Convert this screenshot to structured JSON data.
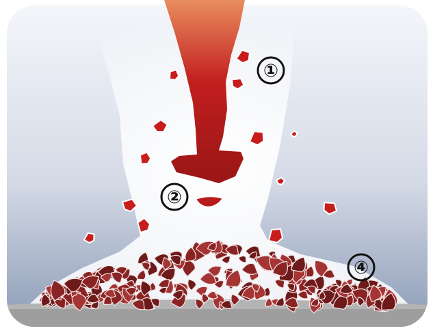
{
  "labels": {
    "marker_1": "①",
    "marker_2": "②",
    "marker_4": "④"
  },
  "colors": {
    "background_top": "#f4f6fa",
    "background_bottom": "#8c9bb6",
    "plume": "#f7f8fb",
    "ground": "#9e9e9e",
    "stream_top": "#e98d5e",
    "stream_mid": "#c11e1e",
    "stream_bottom": "#9a1616",
    "fragment": "#c71d1d",
    "debris_dark": "#6e1a1a",
    "debris_mid": "#8a2424",
    "debris_light": "#a53434"
  },
  "icons": [
    "fragment-icon",
    "debris-pile-icon"
  ]
}
